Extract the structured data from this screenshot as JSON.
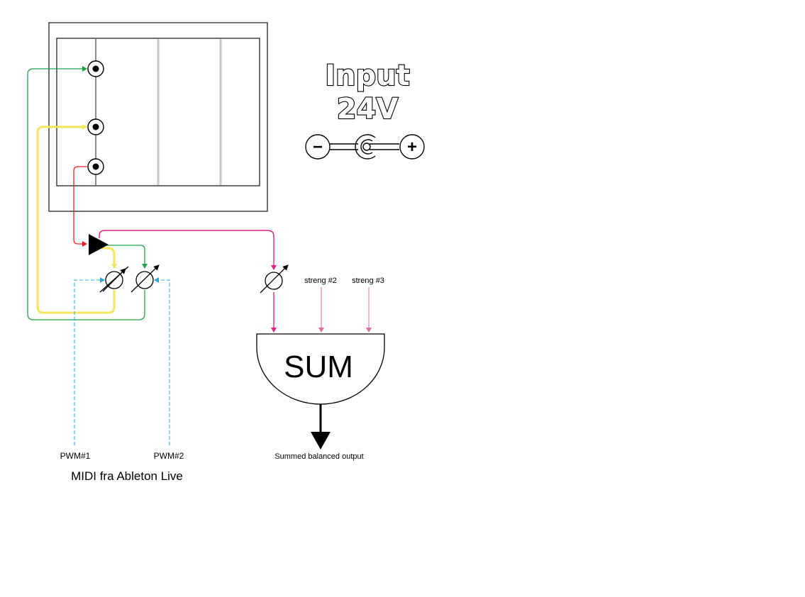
{
  "power": {
    "title_line1": "Input",
    "title_line2": "24V",
    "minus": "−",
    "plus": "+"
  },
  "sum_block": {
    "label": "SUM"
  },
  "inputs": {
    "string2": "streng #2",
    "string3": "streng #3"
  },
  "pwm": {
    "ch1": "PWM#1",
    "ch2": "PWM#2"
  },
  "midi_label": "MIDI fra Ableton Live",
  "output_label": "Summed balanced output",
  "colors": {
    "red": "#e5232b",
    "green": "#1ea34a",
    "yellow": "#f6e55a",
    "magenta": "#e0218a",
    "pink": "#e46aa6",
    "cyan": "#29a9e0",
    "black": "#000000"
  }
}
